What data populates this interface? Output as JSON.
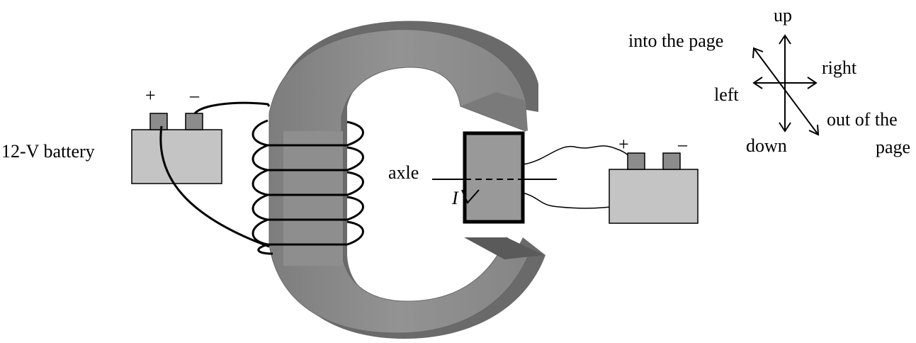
{
  "left_battery": {
    "label": "12-V battery",
    "plus": "+",
    "minus": "–"
  },
  "right_battery": {
    "plus": "+",
    "minus": "–"
  },
  "axle_label": "axle",
  "current_label": "I",
  "compass": {
    "up": "up",
    "down": "down",
    "left": "left",
    "right": "right",
    "into": "into the page",
    "out_line1": "out of the",
    "out_line2": "page"
  },
  "colors": {
    "magnet_face": "#8a8a8a",
    "magnet_shadow": "#5e5e5e",
    "magnet_light": "#a4a4a4",
    "battery_fill": "#c4c4c4",
    "terminal_fill": "#8c8c8c",
    "loop_fill": "#999999"
  }
}
